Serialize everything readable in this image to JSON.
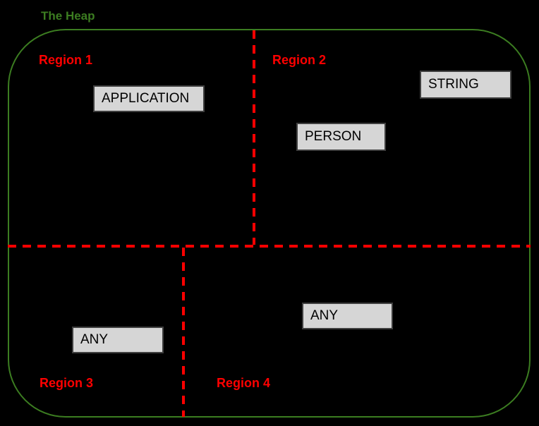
{
  "diagram": {
    "title": "The Heap",
    "colors": {
      "background": "#000000",
      "heap_outline": "#3c7d21",
      "title_text": "#3c7d21",
      "region_divider": "#ff0000",
      "region_label_text": "#ff0000",
      "object_box_fill": "#d6d6d6",
      "object_box_border": "#3f3f3f",
      "object_box_text": "#000000"
    },
    "regions": [
      {
        "label": "Region 1"
      },
      {
        "label": "Region 2"
      },
      {
        "label": "Region 3"
      },
      {
        "label": "Region 4"
      }
    ],
    "objects": [
      {
        "label": "APPLICATION",
        "region": "Region 1"
      },
      {
        "label": "STRING",
        "region": "Region 2"
      },
      {
        "label": "PERSON",
        "region": "Region 2"
      },
      {
        "label": "ANY",
        "region": "Region 3"
      },
      {
        "label": "ANY",
        "region": "Region 4"
      }
    ]
  }
}
